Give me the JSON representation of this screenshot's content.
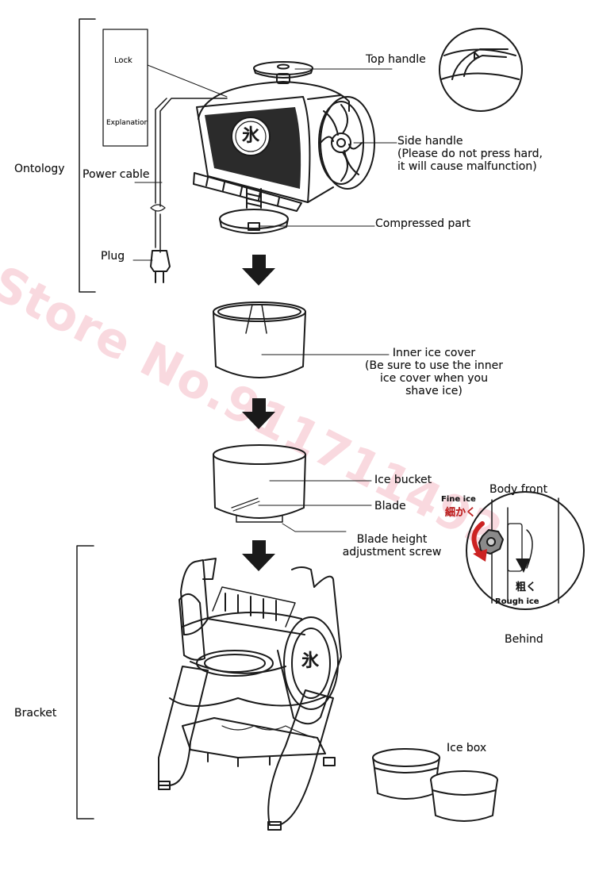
{
  "labels": {
    "ontology": "Ontology",
    "bracket": "Bracket",
    "lock": "Lock",
    "explanation": "Explanation",
    "power_cable": "Power cable",
    "plug": "Plug",
    "top_handle": "Top handle",
    "side_handle": [
      "Side handle",
      "(Please do not press hard,",
      "it will cause malfunction)"
    ],
    "compressed_part": "Compressed part",
    "inner_ice_cover": [
      "Inner ice cover",
      "(Be sure to use the inner",
      "ice cover when you",
      "shave ice)"
    ],
    "ice_bucket": "Ice bucket",
    "blade": "Blade",
    "blade_height": [
      "Blade height",
      "adjustment screw"
    ],
    "body_front": "Body front",
    "fine_ice": "Fine ice",
    "fine_ice_jp": "細かく",
    "rough_ice_jp": "粗く",
    "rough_ice": "Rough ice",
    "behind": "Behind",
    "ice_box": "Ice box",
    "ice_kanji": "氷"
  },
  "watermark": "Store No.911711492",
  "colors": {
    "line": "#1a1a1a",
    "accent_red": "#cc2222",
    "watermark": "#eb788c"
  }
}
